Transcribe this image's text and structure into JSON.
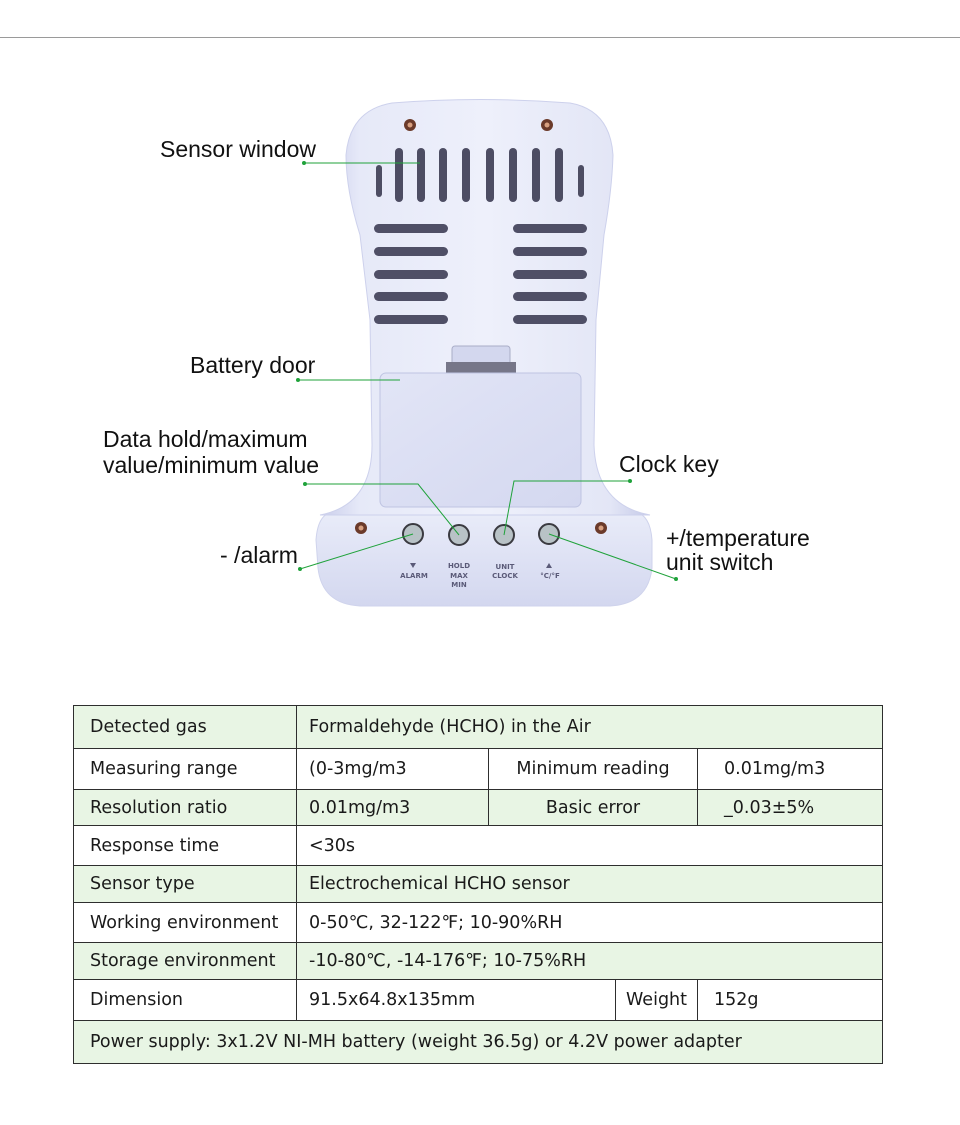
{
  "device": {
    "button_labels": {
      "alarm": [
        "ALARM"
      ],
      "hold": [
        "HOLD",
        "MAX",
        "MIN"
      ],
      "unit": [
        "UNIT",
        "CLOCK"
      ],
      "temp": [
        "°C/°F"
      ]
    },
    "colors": {
      "body": "#dfe3f5",
      "outline": "#c9cee8",
      "leader": "#1fa23a"
    }
  },
  "callouts": {
    "sensor_window": "Sensor window",
    "battery_door": "Battery door",
    "data_hold_line1": "Data hold/maximum",
    "data_hold_line2": "value/minimum value",
    "clock_key": "Clock key",
    "alarm": "- /alarm",
    "temp_line1": "+/temperature",
    "temp_line2": "unit switch"
  },
  "specs": {
    "detected_gas": {
      "label": "Detected gas",
      "value": "Formaldehyde (HCHO) in the Air"
    },
    "measuring_range": {
      "label": "Measuring range",
      "value": "(0-3mg/m3",
      "label2": "Minimum reading",
      "value2": "0.01mg/m3"
    },
    "resolution": {
      "label": "Resolution ratio",
      "value": "0.01mg/m3",
      "label2": "Basic error",
      "value2": "_0.03±5%"
    },
    "response_time": {
      "label": "Response time",
      "value": "<30s"
    },
    "sensor_type": {
      "label": "Sensor type",
      "value": "Electrochemical HCHO sensor"
    },
    "working_env": {
      "label": "Working environment",
      "value": "0-50℃, 32-122℉; 10-90%RH"
    },
    "storage_env": {
      "label": "Storage environment",
      "value": "-10-80℃, -14-176℉; 10-75%RH"
    },
    "dimension": {
      "label": "Dimension",
      "value": "91.5x64.8x135mm",
      "label2": "Weight",
      "value2": "152g"
    },
    "power": "Power supply: 3x1.2V NI-MH battery (weight 36.5g) or 4.2V power adapter",
    "colors": {
      "green_row": "#e8f5e4",
      "border": "#2e2e2e"
    }
  }
}
